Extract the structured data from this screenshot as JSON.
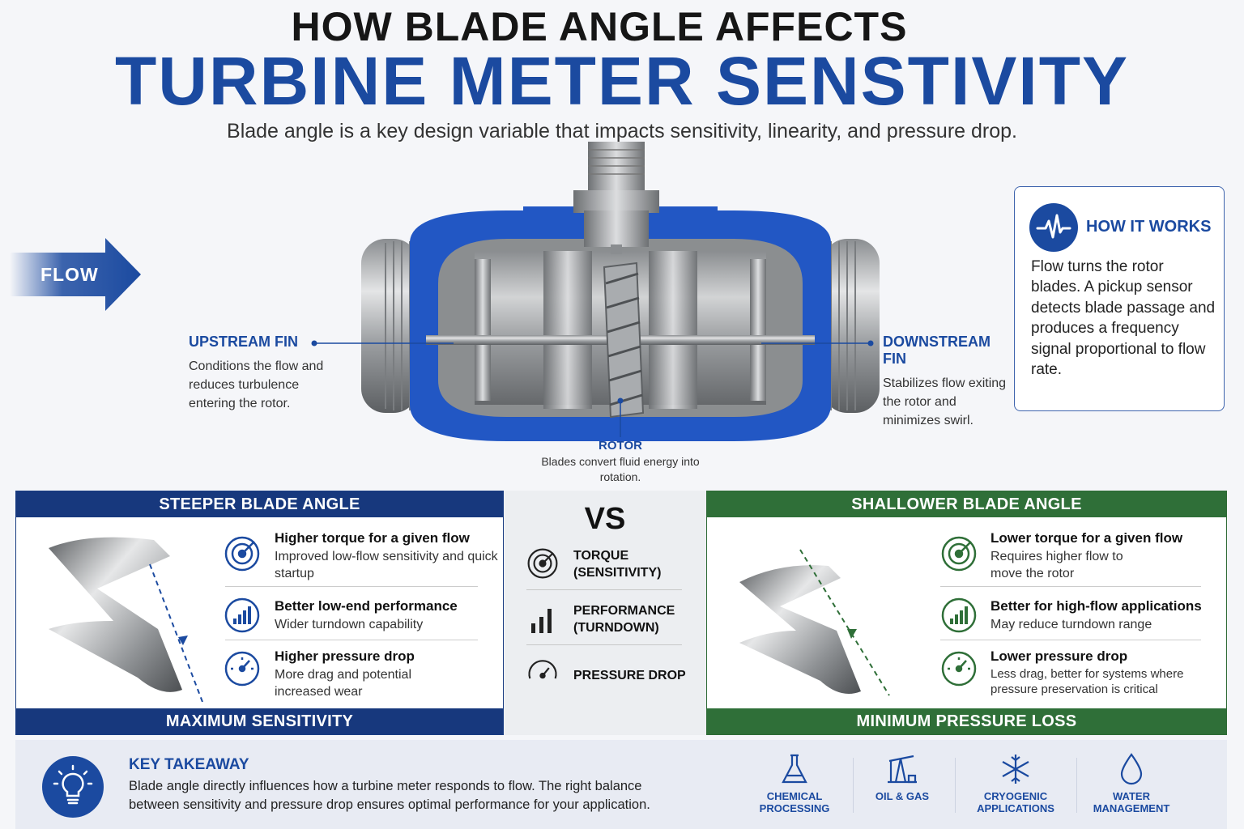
{
  "header": {
    "title_line1": "HOW BLADE ANGLE AFFECTS",
    "title_line2": "TURBINE METER SENSTIVITY",
    "subtitle": "Blade angle is a key design variable that impacts sensitivity, linearity, and pressure drop."
  },
  "flow": {
    "label": "FLOW"
  },
  "callouts": {
    "upstream": {
      "title": "UPSTREAM FIN",
      "text": "Conditions the flow and reduces turbulence entering the rotor."
    },
    "downstream": {
      "title": "DOWNSTREAM FIN",
      "text": "Stabilizes flow exiting the rotor and minimizes swirl."
    },
    "rotor": {
      "title": "ROTOR",
      "text": "Blades convert fluid energy into rotation."
    }
  },
  "how_it_works": {
    "title": "HOW IT WORKS",
    "text": "Flow turns the rotor blades. A pickup sensor detects blade passage and produces a frequency signal proportional to flow rate."
  },
  "steeper": {
    "title": "STEEPER BLADE ANGLE",
    "footer": "MAXIMUM SENSITIVITY",
    "features": [
      {
        "title": "Higher torque for a given flow",
        "desc": "Improved low-flow sensitivity and quick startup",
        "icon": "target-icon"
      },
      {
        "title": "Better low-end performance",
        "desc": "Wider turndown capability",
        "icon": "bar-chart-icon"
      },
      {
        "title": "Higher pressure drop",
        "desc": "More drag and potential increased wear",
        "icon": "gauge-icon"
      }
    ]
  },
  "comparison": {
    "vs": "VS",
    "rows": [
      {
        "label": "TORQUE (SENSITIVITY)",
        "icon": "target-icon"
      },
      {
        "label": "PERFORMANCE (TURNDOWN)",
        "icon": "bar-chart-icon"
      },
      {
        "label": "PRESSURE DROP",
        "icon": "gauge-icon"
      }
    ]
  },
  "shallower": {
    "title": "SHALLOWER BLADE ANGLE",
    "footer": "MINIMUM PRESSURE LOSS",
    "features": [
      {
        "title": "Lower torque for a given flow",
        "desc": "Requires higher flow to move the rotor",
        "icon": "target-icon"
      },
      {
        "title": "Better for high-flow applications",
        "desc": "May reduce turndown range",
        "icon": "bar-chart-icon"
      },
      {
        "title": "Lower pressure drop",
        "desc": "Less drag, better for systems where pressure preservation is critical",
        "icon": "gauge-icon"
      }
    ]
  },
  "takeaway": {
    "title": "KEY TAKEAWAY",
    "text": "Blade angle directly influences how a turbine meter responds to flow. The right balance between sensitivity and pressure drop ensures optimal performance for your application."
  },
  "applications": [
    {
      "label": "CHEMICAL PROCESSING",
      "icon": "flask-icon"
    },
    {
      "label": "OIL & GAS",
      "icon": "pumpjack-icon"
    },
    {
      "label": "CRYOGENIC APPLICATIONS",
      "icon": "snowflake-icon"
    },
    {
      "label": "WATER MANAGEMENT",
      "icon": "water-drop-icon"
    }
  ],
  "colors": {
    "brand_blue": "#1b4aa0",
    "dark_blue": "#17387d",
    "green": "#2f6f38"
  }
}
